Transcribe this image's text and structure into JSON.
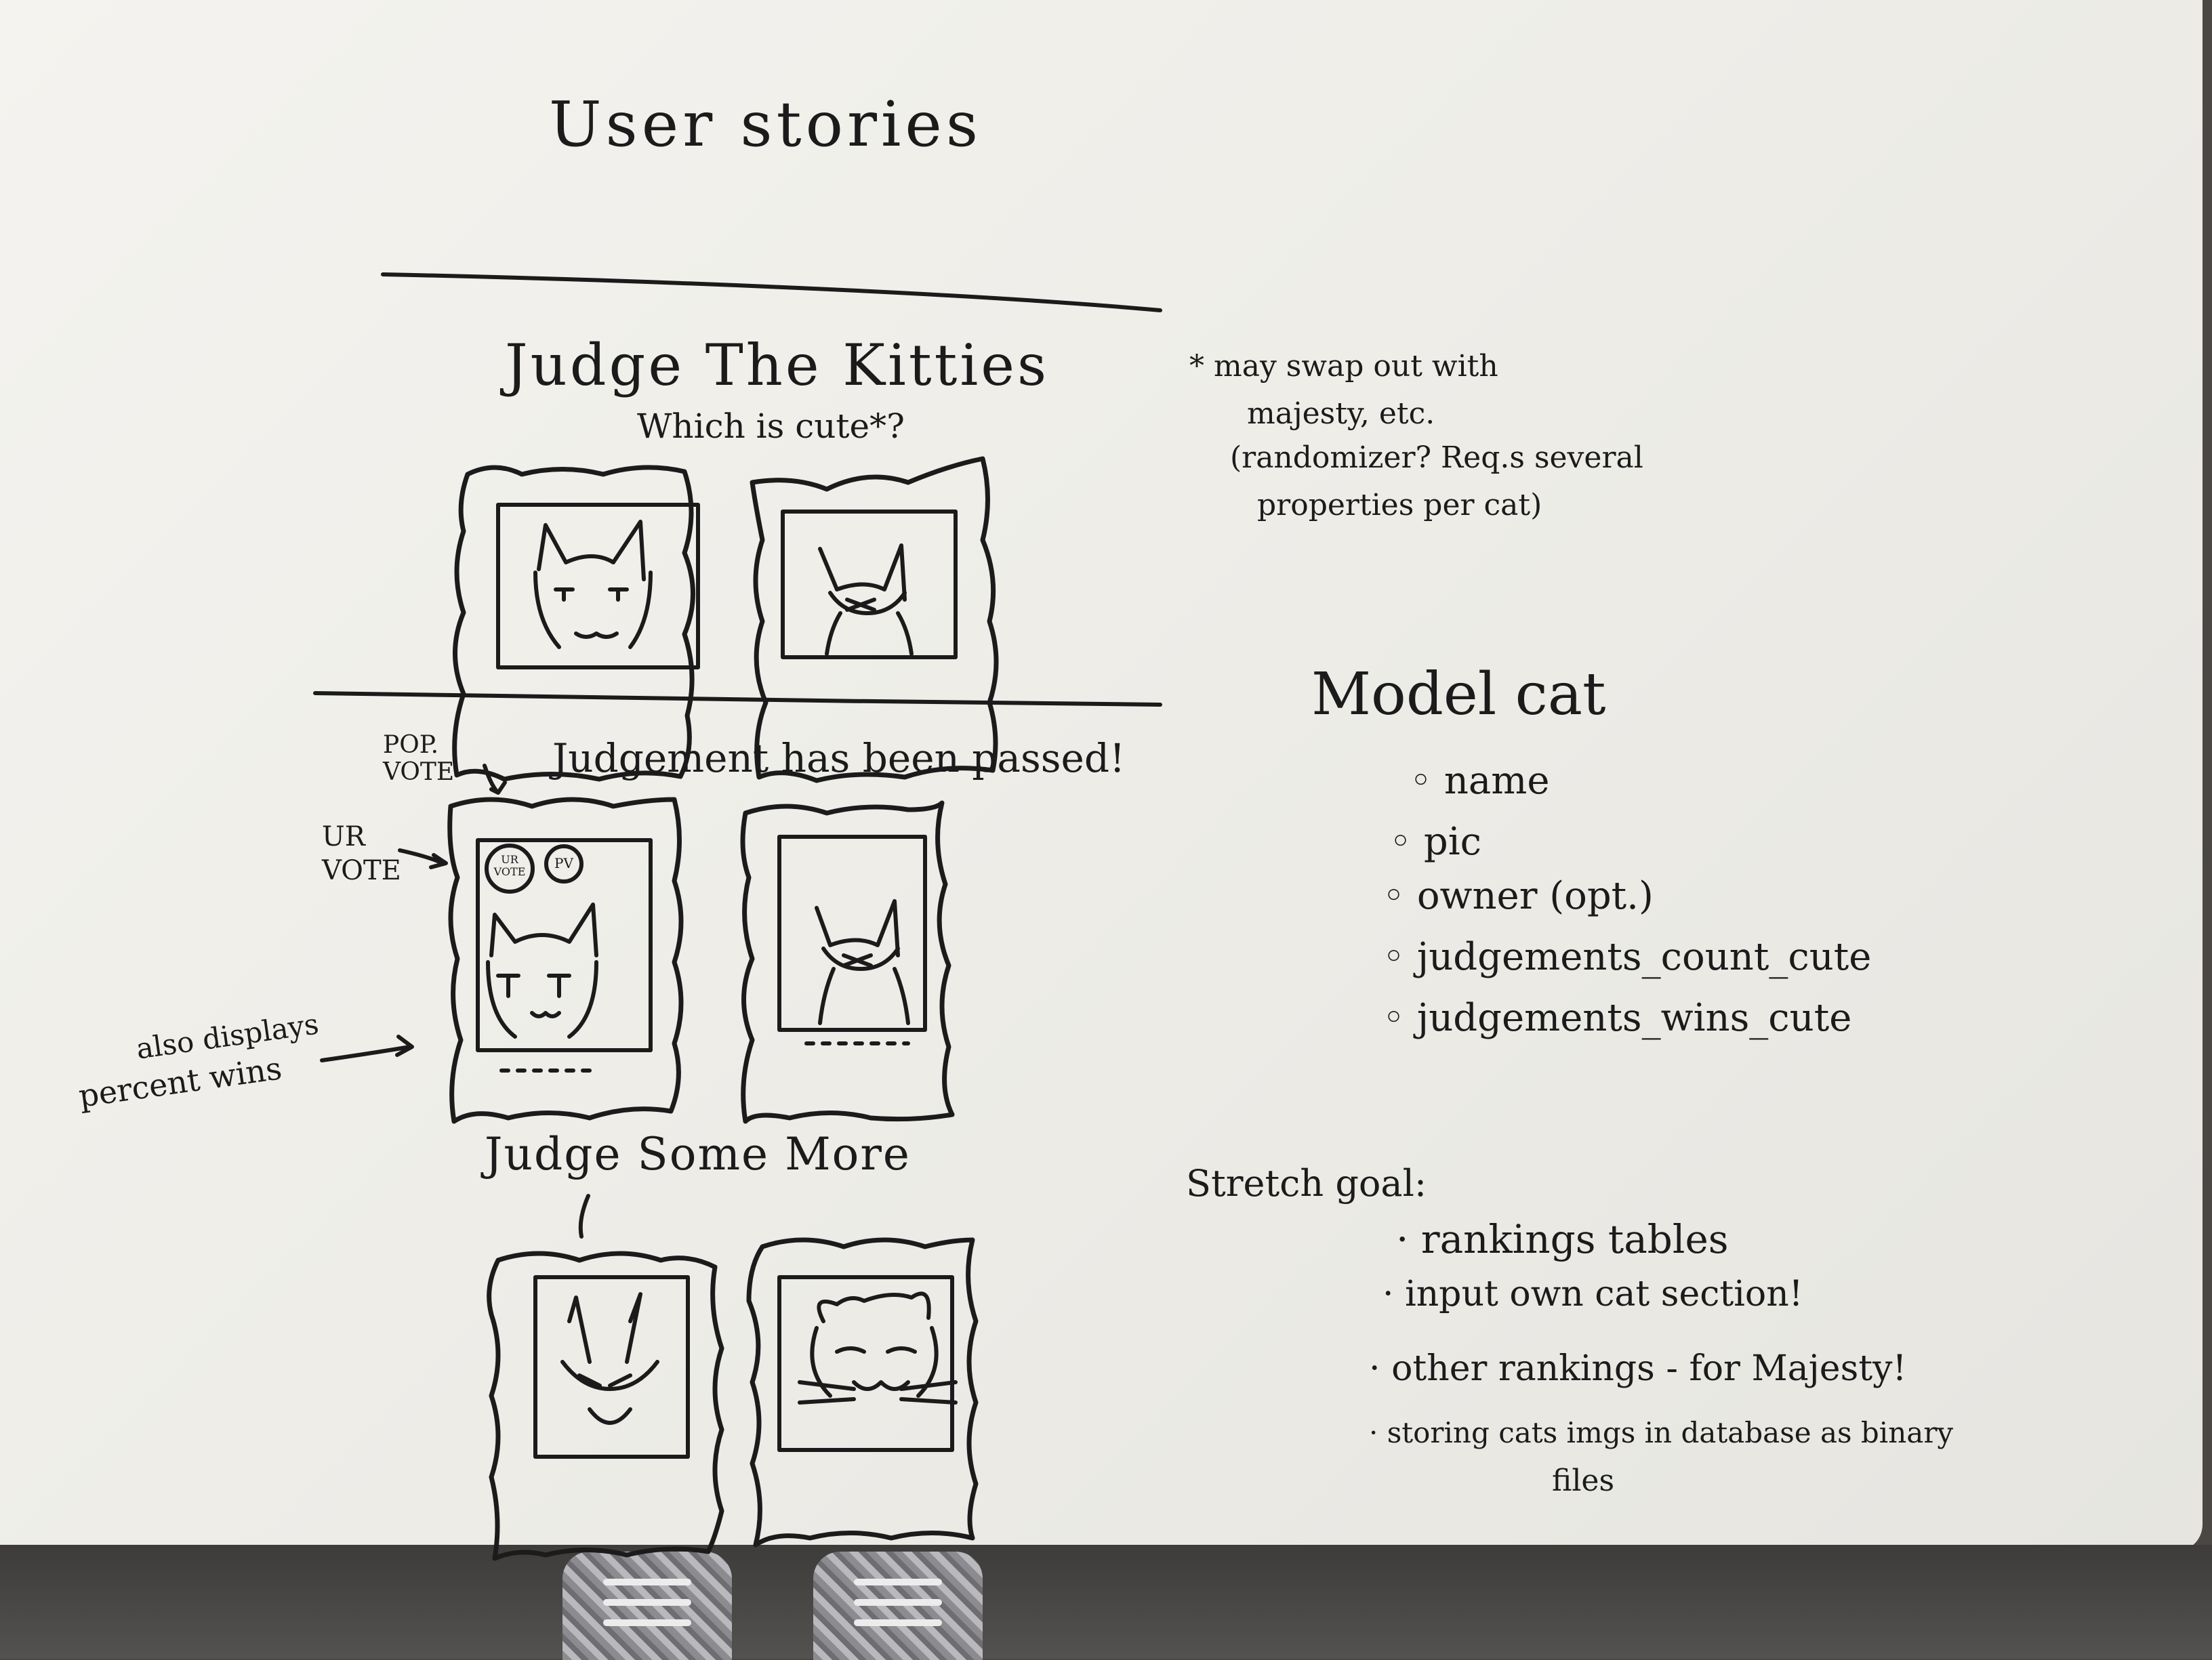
{
  "title": "User stories",
  "section1": {
    "heading": "Judge The Kitties",
    "subheading": "Which is cute*?"
  },
  "footnote": {
    "line1": "* may swap out with",
    "line2": "majesty, etc.",
    "line3": "(randomizer? Req.s several",
    "line4": "properties per cat)"
  },
  "section2": {
    "heading": "Judgement has been passed!",
    "pop_vote_label": "POP. VOTE",
    "ur_vote_label": "UR VOTE",
    "badge_ur": "UR VOTE",
    "badge_pv": "PV",
    "also_displays": "also displays",
    "percent_wins": "percent wins"
  },
  "section3": {
    "heading": "Judge Some More"
  },
  "model": {
    "heading": "Model cat",
    "fields": [
      "name",
      "pic",
      "owner (opt.)",
      "judgements_count_cute",
      "judgements_wins_cute"
    ]
  },
  "stretch": {
    "heading": "Stretch goal:",
    "items": [
      "rankings tables",
      "input own cat section!",
      "other rankings - for Majesty!",
      "storing cats imgs in database as binary"
    ],
    "continuation": "files"
  },
  "colors": {
    "ink": "#1b1b1b",
    "board": "#f1f0ec",
    "floor": "#4a4745"
  },
  "icons": [
    "cat-face-icon",
    "picture-frame-icon",
    "arrow-icon"
  ]
}
